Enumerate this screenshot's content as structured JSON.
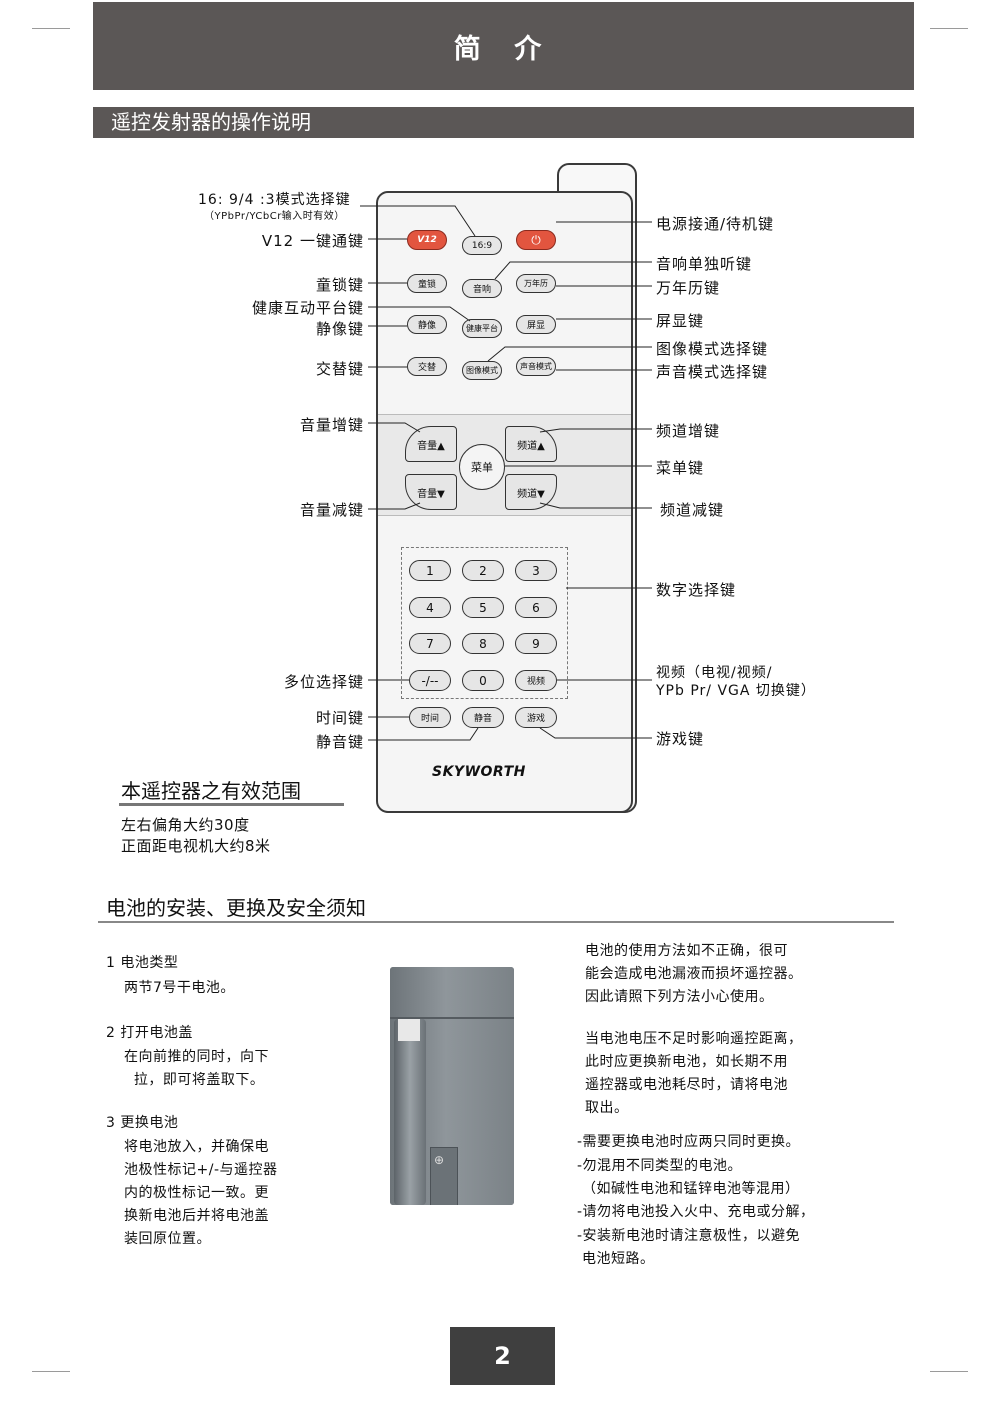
{
  "header": {
    "title": "简 介"
  },
  "section1": {
    "title": "遥控发射器的操作说明"
  },
  "remote": {
    "brand": "SKYWORTH",
    "buttons": {
      "v12": "V12",
      "aspect": "16:9",
      "power": "⏻",
      "child_lock": "童锁",
      "audio": "音响",
      "calendar": "万年历",
      "health": "健康平台",
      "freeze": "静像",
      "display": "屏显",
      "swap": "交替",
      "picture_mode": "图像模式",
      "sound_mode": "声音模式",
      "vol_up": "音量▲",
      "vol_down": "音量▼",
      "ch_up": "频道▲",
      "ch_down": "频道▼",
      "menu": "菜单",
      "n1": "1",
      "n2": "2",
      "n3": "3",
      "n4": "4",
      "n5": "5",
      "n6": "6",
      "n7": "7",
      "n8": "8",
      "n9": "9",
      "dash": "-/--",
      "n0": "0",
      "video": "视频",
      "time": "时间",
      "mute": "静音",
      "game": "游戏"
    }
  },
  "labels_left": {
    "aspect": "16: 9/4 :3模式选择键",
    "aspect_note": "（YPbPr/YCbCr输入时有效）",
    "v12": "V12 一键通键",
    "child_lock": "童锁键",
    "health": "健康互动平台键",
    "freeze": "静像键",
    "swap": "交替键",
    "vol_up": "音量增键",
    "vol_down": "音量减键",
    "multi_digit": "多位选择键",
    "time": "时间键",
    "mute": "静音键"
  },
  "labels_right": {
    "power": "电源接通/待机键",
    "audio": "音响单独听键",
    "calendar": "万年历键",
    "display": "屏显键",
    "picture_mode": "图像模式选择键",
    "sound_mode": "声音模式选择键",
    "ch_up": "频道增键",
    "menu": "菜单键",
    "ch_down": "频道减键",
    "digits": "数字选择键",
    "video_line1": "视频（电视/视频/",
    "video_line2": "YPb Pr/ VGA 切换键）",
    "game": "游戏键"
  },
  "range": {
    "title": "本遥控器之有效范围",
    "line1": "左右偏角大约30度",
    "line2": "正面距电视机大约8米"
  },
  "battery": {
    "title": "电池的安装、更换及安全须知",
    "steps": [
      {
        "heading": "1  电池类型",
        "lines": [
          "两节7号干电池。"
        ]
      },
      {
        "heading": "2  打开电池盖",
        "lines": [
          "在向前推的同时，向下",
          "  拉，即可将盖取下。"
        ]
      },
      {
        "heading": "3  更换电池",
        "lines": [
          "将电池放入，并确保电",
          "池极性标记+/-与遥控器",
          "内的极性标记一致。更",
          "换新电池后并将电池盖",
          "装回原位置。"
        ]
      }
    ],
    "right_para1": [
      "电池的使用方法如不正确，很可",
      "能会造成电池漏液而损坏遥控器。",
      "因此请照下列方法小心使用。"
    ],
    "right_para2": [
      "当电池电压不足时影响遥控距离，",
      "此时应更换新电池，如长期不用",
      "遥控器或电池耗尽时，请将电池",
      "取出。"
    ],
    "right_list": [
      "-需要更换电池时应两只同时更换。",
      "-勿混用不同类型的电池。",
      " （如碱性电池和锰锌电池等混用）",
      "-请勿将电池投入火中、充电或分解，",
      "-安装新电池时请注意极性，以避免",
      " 电池短路。"
    ]
  },
  "page_number": "2",
  "colors": {
    "bar": "#5b5756",
    "red_button": "#e2553f",
    "page_box": "#3f3f3f"
  }
}
